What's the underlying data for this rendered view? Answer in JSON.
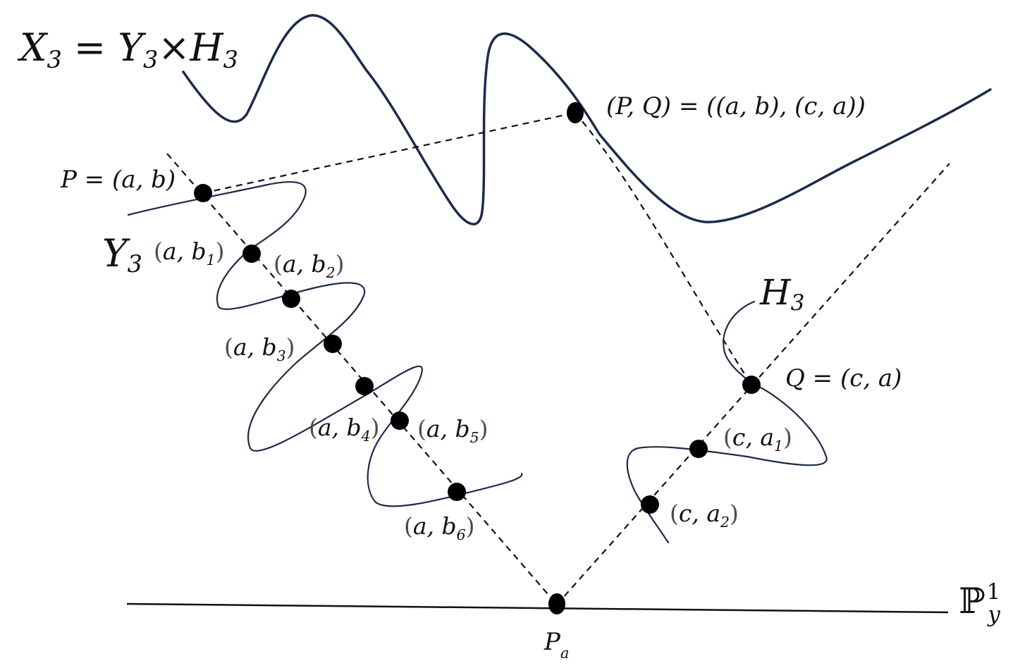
{
  "title_formula": {
    "x": "X",
    "y": "Y",
    "h": "H",
    "sub": "3",
    "eq": " = ",
    "times": "×"
  },
  "points": {
    "P_label": "P = (a, b)",
    "PQ_label": "(P, Q) = ((a, b), (c, a))",
    "Q_label": "Q = (c, a)",
    "Pa_main": "P",
    "Pa_sub": "a"
  },
  "curves": {
    "Y3_main": "Y",
    "Y3_sub": "3",
    "H3_main": "H",
    "H3_sub": "3",
    "P1_main": "ℙ",
    "P1_sup": "1",
    "P1_sub": "y"
  },
  "fiber_left": [
    {
      "name": "a, b",
      "sub": "1"
    },
    {
      "name": "a, b",
      "sub": "2"
    },
    {
      "name": "a, b",
      "sub": "3"
    },
    {
      "name": "a, b",
      "sub": "4"
    },
    {
      "name": "a, b",
      "sub": "5"
    },
    {
      "name": "a, b",
      "sub": "6"
    }
  ],
  "fiber_right": [
    {
      "name": "c, a",
      "sub": "1"
    },
    {
      "name": "c, a",
      "sub": "2"
    }
  ],
  "colors": {
    "curve": "#1c2a4a",
    "ink": "#111111",
    "paren": "#5a4640"
  }
}
